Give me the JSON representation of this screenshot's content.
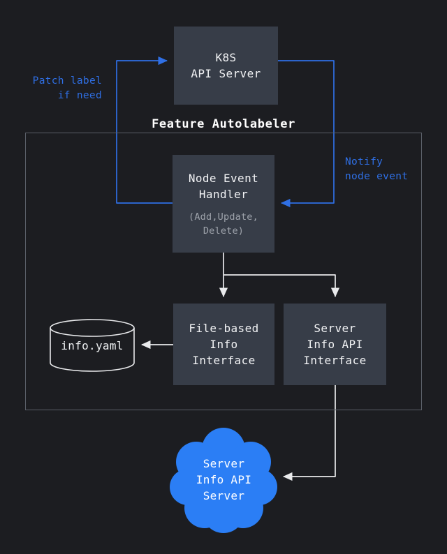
{
  "diagram": {
    "title": "Feature Autolabeler",
    "colors": {
      "background": "#1c1d21",
      "node_fill": "#373d48",
      "node_text": "#f2f3f5",
      "muted_text": "#9ea3ab",
      "blue_accent": "#2f6fe4",
      "cloud_fill": "#2b7ef5",
      "frame_border": "#5a5f68",
      "white_edge": "#e9eaec"
    },
    "nodes": {
      "k8s_api_server": {
        "label": "K8S\nAPI Server"
      },
      "node_event_handler": {
        "label": "Node Event\nHandler",
        "sub": "(Add,Update,\nDelete)"
      },
      "file_based_info_interface": {
        "label": "File-based\nInfo\nInterface"
      },
      "server_info_api_interface": {
        "label": "Server\nInfo API\nInterface"
      },
      "info_yaml_store": {
        "label": "info.yaml"
      },
      "server_info_api_server": {
        "label": "Server\nInfo API\nServer"
      }
    },
    "edge_labels": {
      "patch_label": "Patch label\nif need",
      "notify_node_event": "Notify\nnode event"
    }
  }
}
